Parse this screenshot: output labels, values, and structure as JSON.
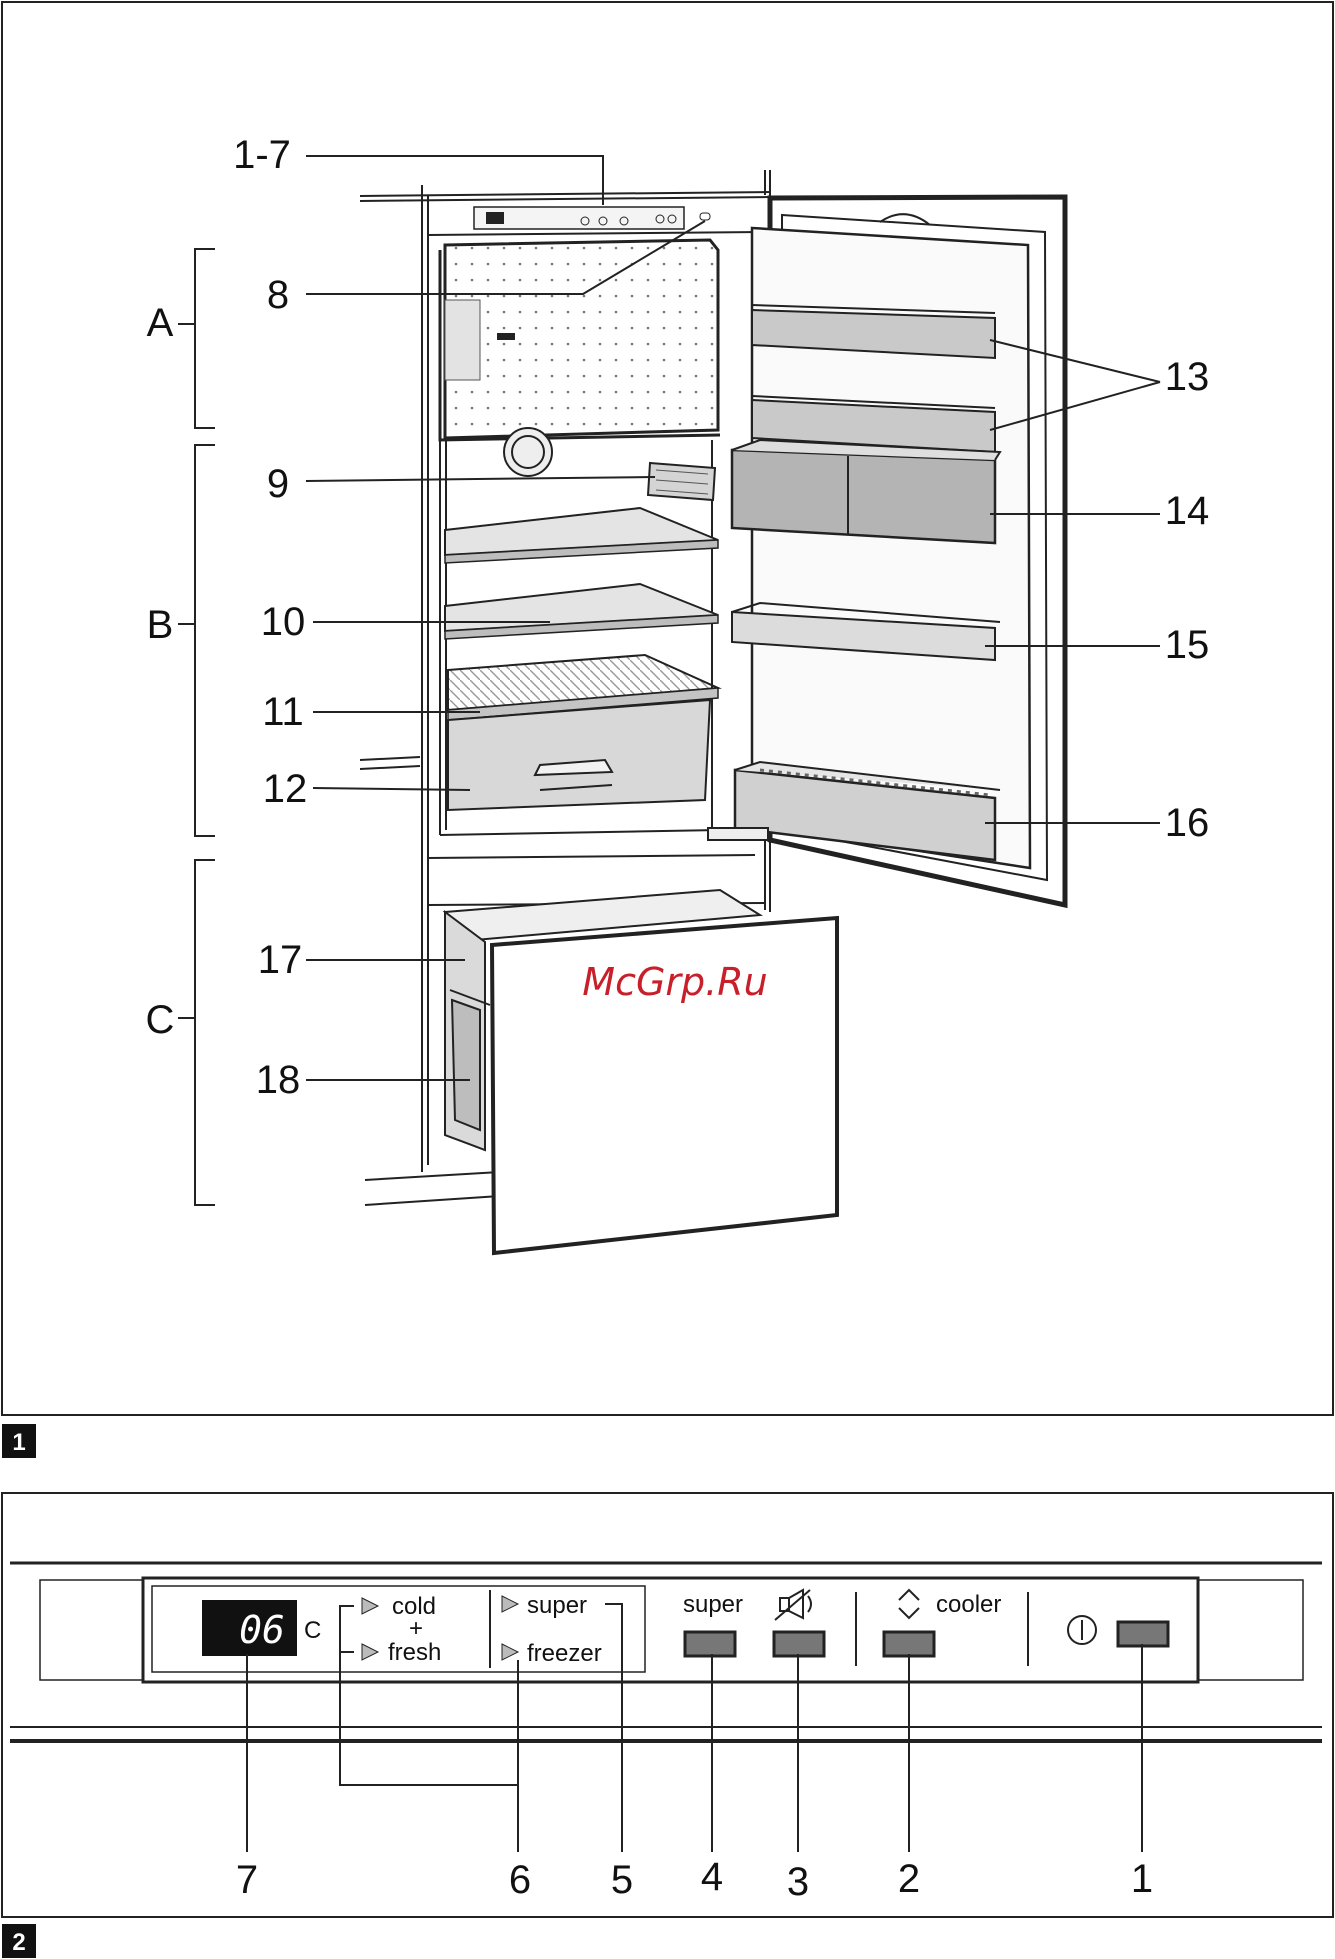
{
  "watermark": "McGrp.Ru",
  "figure1": {
    "tag": "1",
    "callouts": {
      "c1_7": "1-7",
      "c8": "8",
      "c9": "9",
      "c10": "10",
      "c11": "11",
      "c12": "12",
      "c13": "13",
      "c14": "14",
      "c15": "15",
      "c16": "16",
      "c17": "17",
      "c18": "18"
    },
    "zones": {
      "a": "A",
      "b": "B",
      "c": "C"
    }
  },
  "figure2": {
    "tag": "2",
    "display_value": "06",
    "display_unit": "C",
    "labels": {
      "cold": "cold",
      "plus": "+",
      "fresh": "fresh",
      "super_top": "super",
      "freezer": "freezer",
      "super_button": "super",
      "cooler": "cooler"
    },
    "callouts": {
      "n7": "7",
      "n6": "6",
      "n5": "5",
      "n4": "4",
      "n3": "3",
      "n2": "2",
      "n1": "1"
    }
  }
}
